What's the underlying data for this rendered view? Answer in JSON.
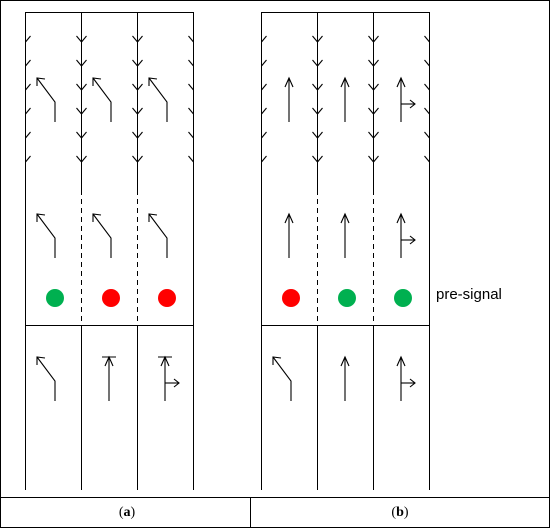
{
  "panels": [
    {
      "label_text": "a",
      "signals": [
        "green",
        "red",
        "red"
      ],
      "upstream_arrows": [
        "left",
        "left",
        "left"
      ],
      "downstream_arrows": [
        "left",
        "straight",
        "straight-right"
      ]
    },
    {
      "label_text": "b",
      "signals": [
        "red",
        "green",
        "green"
      ],
      "upstream_arrows": [
        "straight",
        "straight",
        "straight-right"
      ],
      "downstream_arrows": [
        "left",
        "straight",
        "straight-right"
      ]
    }
  ],
  "pre_signal_label": "pre-signal",
  "colors": {
    "green": "#00b050",
    "red": "#ff0000",
    "line": "#000000"
  }
}
